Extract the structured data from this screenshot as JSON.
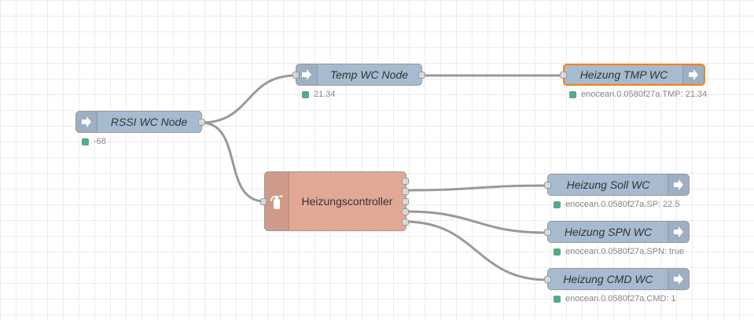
{
  "nodes": {
    "rssi": {
      "label": "RSSI WC Node",
      "status": "-68"
    },
    "temp": {
      "label": "Temp WC Node",
      "status": "21.34"
    },
    "heizung_tmp": {
      "label": "Heizung TMP WC",
      "status": "enocean.0.0580f27a.TMP: 21.34"
    },
    "controller": {
      "label": "Heizungscontroller"
    },
    "heizung_soll": {
      "label": "Heizung Soll WC",
      "status": "enocean.0.0580f27a.SP: 22.5"
    },
    "heizung_spn": {
      "label": "Heizung SPN WC",
      "status": "enocean.0.0580f27a.SPN: true"
    },
    "heizung_cmd": {
      "label": "Heizung CMD WC",
      "status": "enocean.0.0580f27a.CMD: 1"
    }
  },
  "colors": {
    "node_blue": "#a6bbcf",
    "function_node": "#e2a896",
    "selected_border": "#ff7f0e",
    "status_ok": "#5a8",
    "wire": "#999999",
    "grid": "#ececec"
  },
  "icons": {
    "in_node": "arrow-right-icon",
    "out_node": "arrow-right-icon",
    "function_node": "fire-extinguisher-icon"
  }
}
